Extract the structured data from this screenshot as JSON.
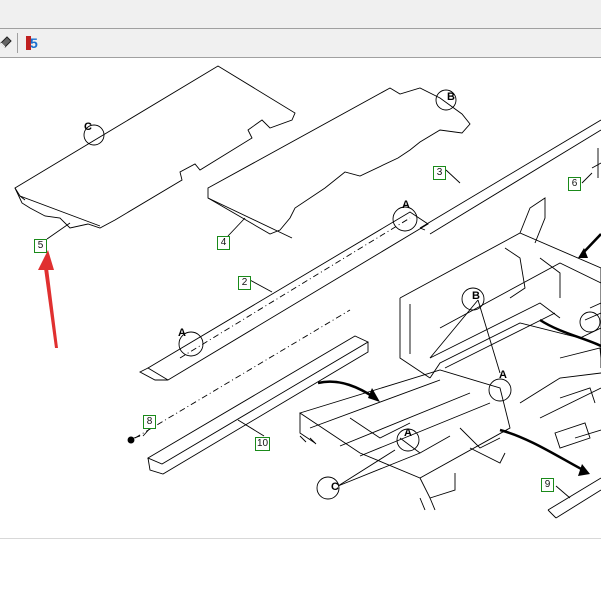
{
  "toolbar": {
    "buttons": [
      {
        "name": "eraser-icon"
      },
      {
        "name": "step-icon",
        "label": "5"
      }
    ]
  },
  "callouts": {
    "c2": "2",
    "c3": "3",
    "c4": "4",
    "c5": "5",
    "c6": "6",
    "c8": "8",
    "c9": "9",
    "c10": "10"
  },
  "refs": {
    "A1": "A",
    "A2": "A",
    "A3": "A",
    "A4": "A",
    "B1": "B",
    "B2": "B",
    "C1": "C",
    "C2": "C"
  },
  "colors": {
    "callout_border": "#1a8a1a",
    "highlight_arrow": "#e03030"
  }
}
